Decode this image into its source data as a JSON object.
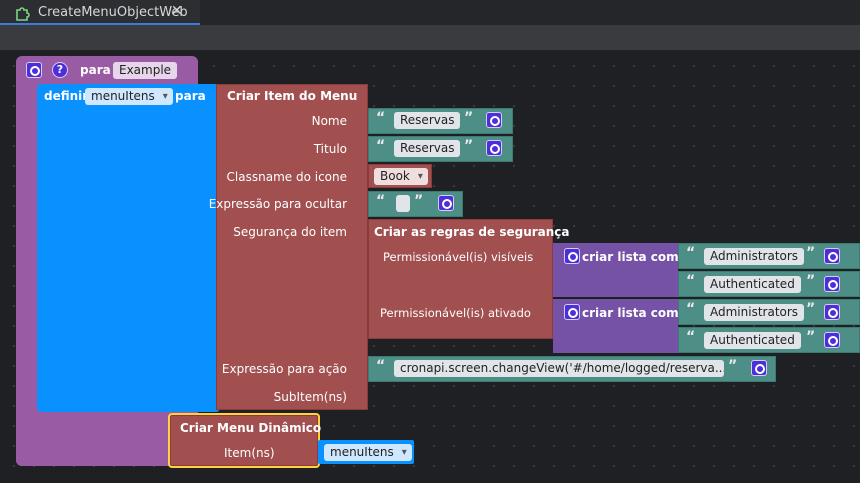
{
  "tab": {
    "title": "CreateMenuObjectWeb",
    "close": "✕"
  },
  "proc": {
    "para_label": "para",
    "name": "Example"
  },
  "definir": {
    "label": "definir",
    "var": "menuItens",
    "para": "para"
  },
  "criar_item": {
    "title": "Criar Item do Menu",
    "nome_label": "Nome",
    "nome_value": "Reservas",
    "titulo_label": "Titulo",
    "titulo_value": "Reservas",
    "classname_label": "Classname do icone",
    "classname_value": "Book",
    "ocultar_label": "Expressão para ocultar",
    "ocultar_value": "",
    "seguranca_label": "Segurança do item",
    "acao_label": "Expressão para ação",
    "acao_value": "cronapi.screen.changeView('#/home/logged/reserva...",
    "subitem_label": "SubItem(ns)"
  },
  "regras": {
    "title": "Criar as regras de segurança",
    "visiveis_label": "Permissionável(is) visíveis",
    "ativado_label": "Permissionável(is) ativado",
    "list_label": "criar lista com",
    "list1": [
      "Administrators",
      "Authenticated"
    ],
    "list2": [
      "Administrators",
      "Authenticated"
    ]
  },
  "dinamico": {
    "title": "Criar Menu Dinâmico",
    "items_label": "Item(ns)",
    "var": "menuItens"
  },
  "quote_open": "“",
  "quote_close": "”",
  "help_symbol": "?",
  "icons": [
    "puzzle-icon",
    "gear-icon",
    "help-icon",
    "dropdown-arrow-icon"
  ],
  "colors": {
    "procedure": "#9a5ba5",
    "variable": "#0891ff",
    "object": "#a14f4f",
    "text": "#4d8e86",
    "list": "#7552a6",
    "highlight": "#ffd23d"
  }
}
